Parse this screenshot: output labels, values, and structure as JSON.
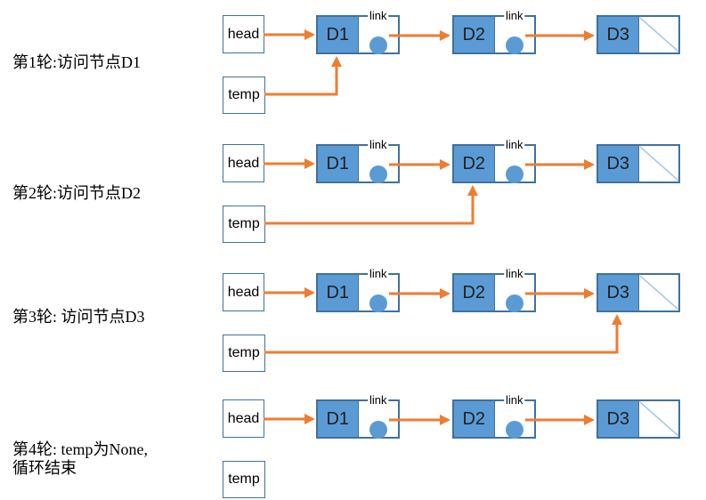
{
  "colors": {
    "node_fill": "#5B9BD5",
    "node_border": "#41719C",
    "arrow": "#ED7D31",
    "null_diagonal": "#9DC3E6",
    "text": "#000000"
  },
  "rows": [
    {
      "label": "第1轮:访问节点D1",
      "head_label": "head",
      "temp_label": "temp",
      "temp_points_to": "D1",
      "nodes": [
        {
          "data": "D1",
          "link_label": "link",
          "pointer": "next"
        },
        {
          "data": "D2",
          "link_label": "link",
          "pointer": "next"
        },
        {
          "data": "D3",
          "pointer": "null"
        }
      ]
    },
    {
      "label": "第2轮:访问节点D2",
      "head_label": "head",
      "temp_label": "temp",
      "temp_points_to": "D2",
      "nodes": [
        {
          "data": "D1",
          "link_label": "link",
          "pointer": "next"
        },
        {
          "data": "D2",
          "link_label": "link",
          "pointer": "next"
        },
        {
          "data": "D3",
          "pointer": "null"
        }
      ]
    },
    {
      "label": "第3轮: 访问节点D3",
      "head_label": "head",
      "temp_label": "temp",
      "temp_points_to": "D3",
      "nodes": [
        {
          "data": "D1",
          "link_label": "link",
          "pointer": "next"
        },
        {
          "data": "D2",
          "link_label": "link",
          "pointer": "next"
        },
        {
          "data": "D3",
          "pointer": "null"
        }
      ]
    },
    {
      "label": "第4轮: temp为None,\n循环结束",
      "head_label": "head",
      "temp_label": "temp",
      "temp_points_to": "None",
      "nodes": [
        {
          "data": "D1",
          "link_label": "link",
          "pointer": "next"
        },
        {
          "data": "D2",
          "link_label": "link",
          "pointer": "next"
        },
        {
          "data": "D3",
          "pointer": "null"
        }
      ]
    }
  ]
}
